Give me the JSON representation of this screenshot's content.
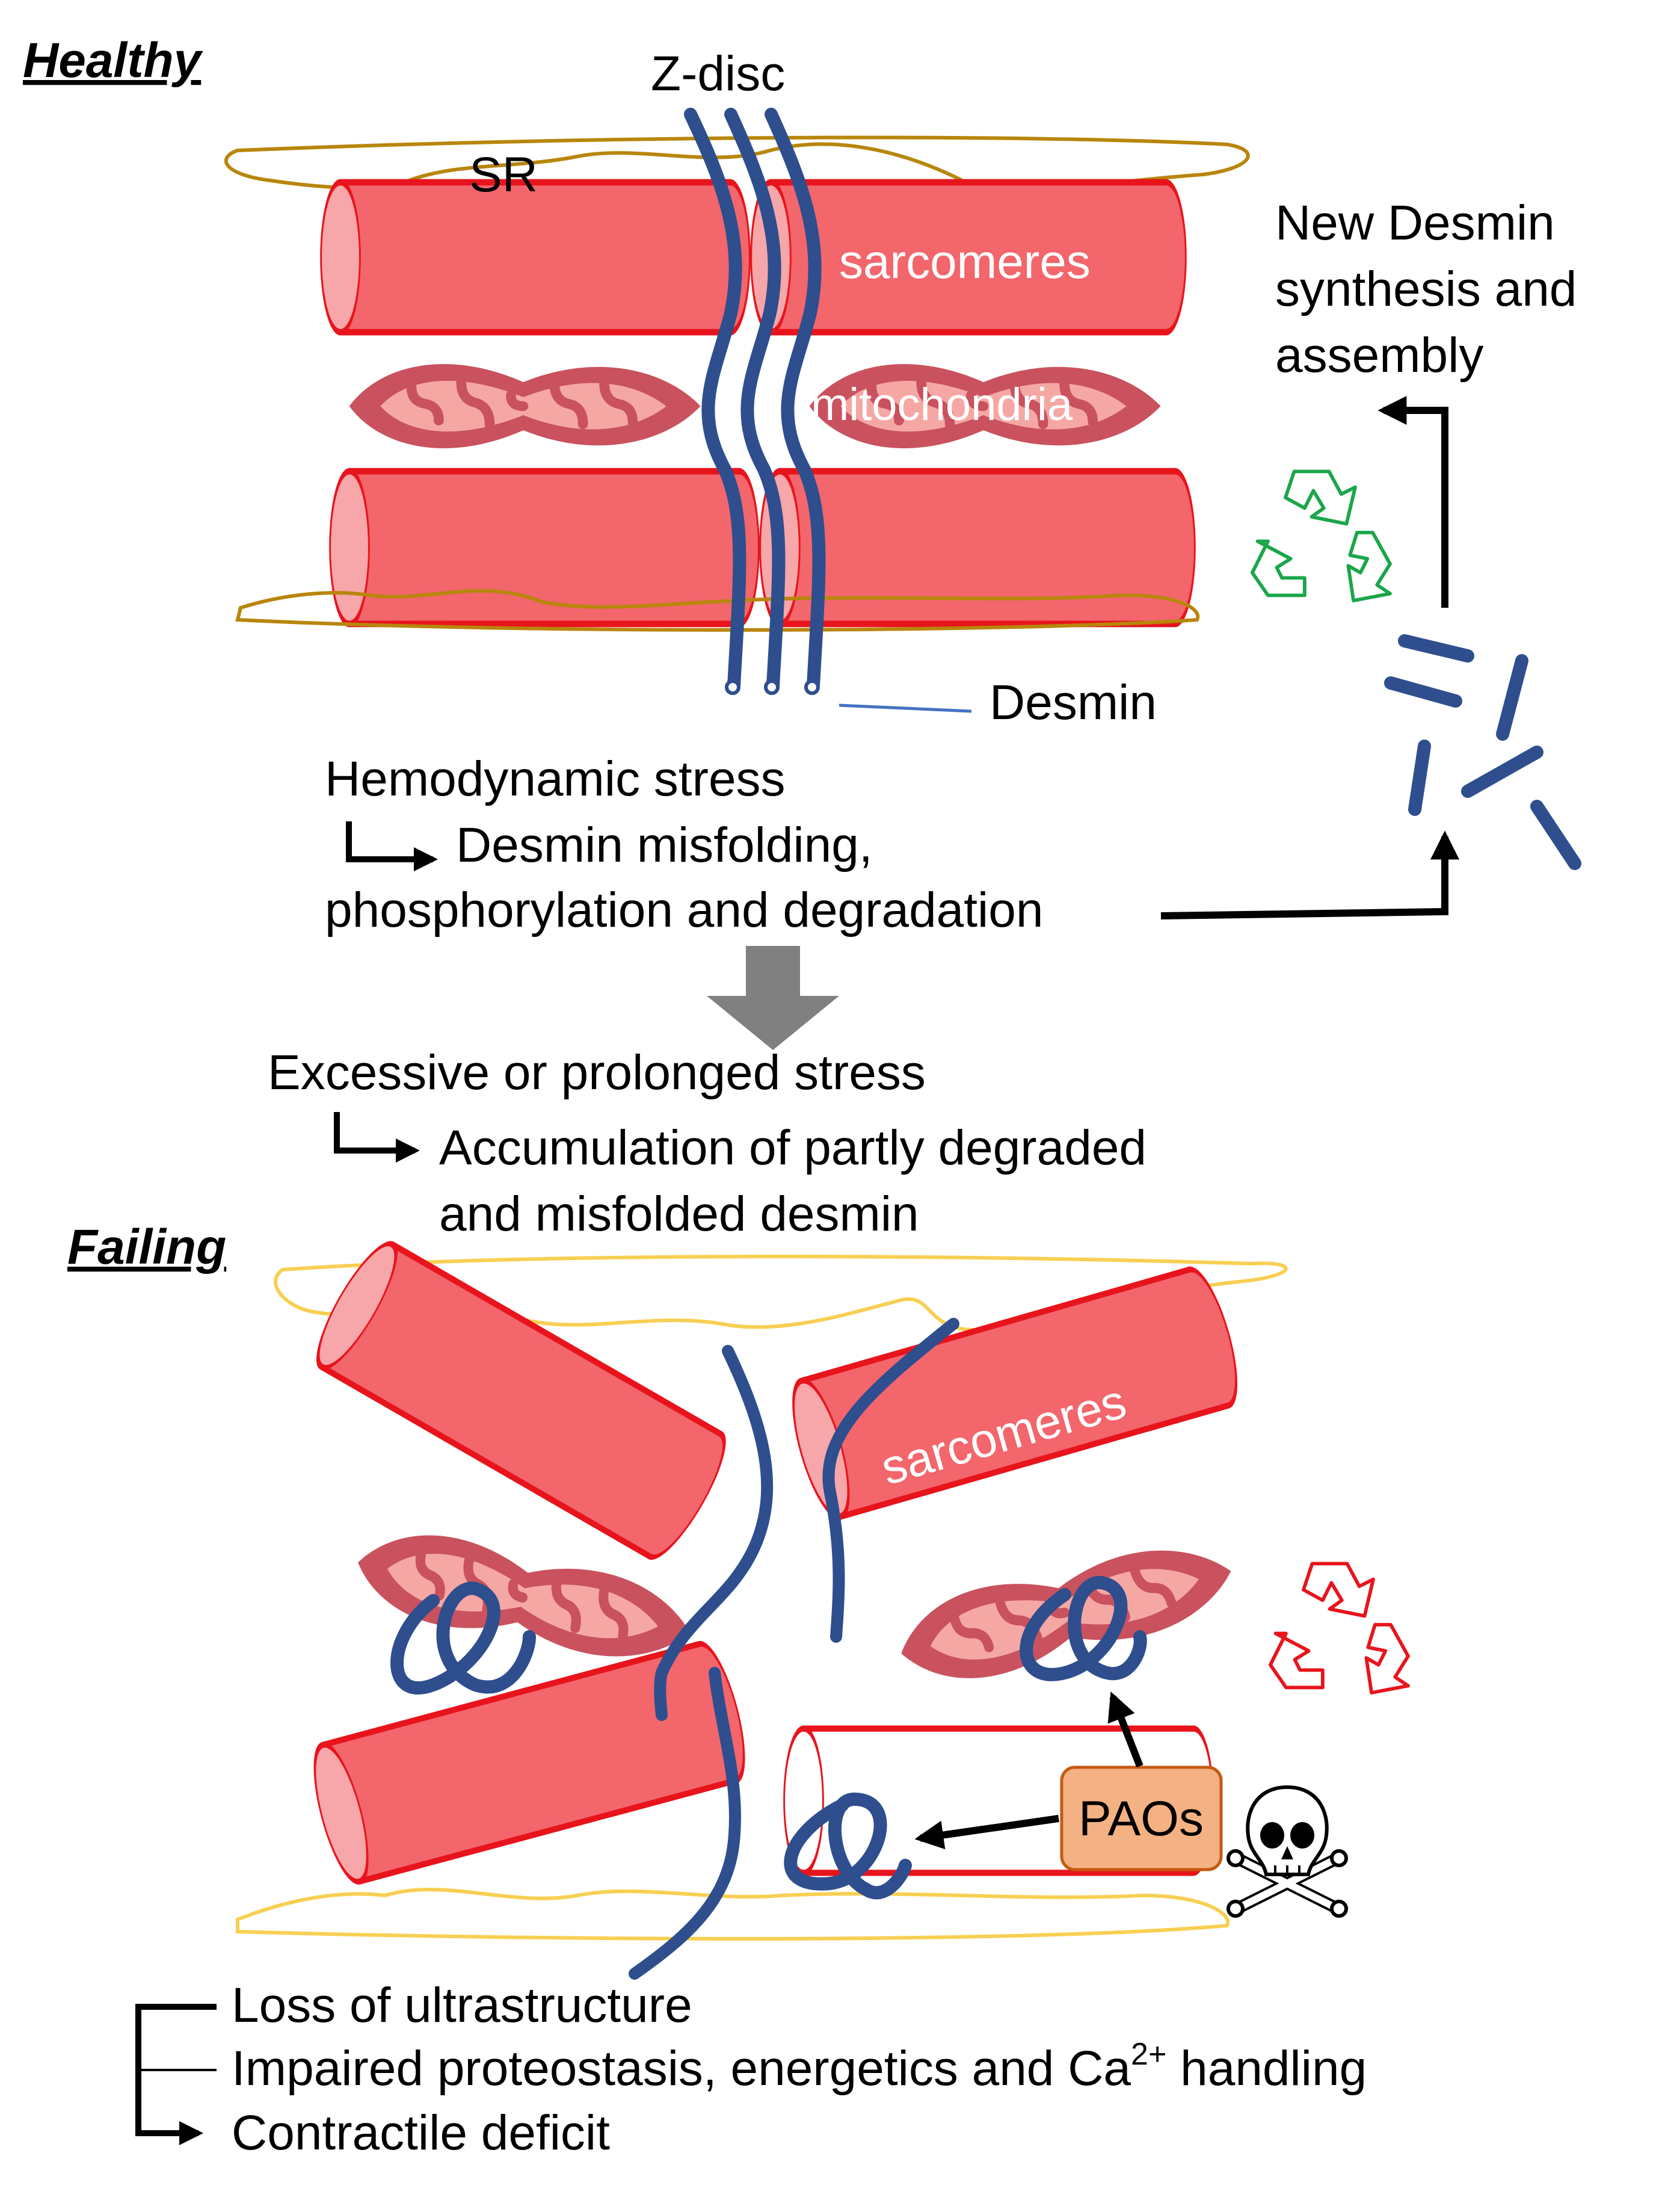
{
  "healthy": {
    "section_title": "Healthy",
    "zdisc_label": "Z-disc",
    "sr_label": "SR",
    "sarcomeres_label": "sarcomeres",
    "mitochondria_label": "mitochondria",
    "desmin_label": "Desmin",
    "synthesis_label": [
      "New Desmin",
      "synthesis and",
      "assembly"
    ],
    "stress_line": "Hemodynamic stress",
    "result_lines": [
      "Desmin misfolding,",
      "phosphorylation and degradation"
    ]
  },
  "transition": {
    "stress_line": "Excessive or prolonged stress",
    "result_lines": [
      "Accumulation of partly degraded",
      "and misfolded desmin"
    ]
  },
  "failing": {
    "section_title": "Failing",
    "sarcomeres_label": "sarcomeres",
    "paos_label": "PAOs",
    "skull_icon": "skull-crossbones-icon",
    "outcomes": {
      "line1": "Loss of ultrastructure",
      "line2_main": "Impaired proteostasis, energetics and Ca",
      "line2_sup": "2+",
      "line2_end": " handling",
      "line3": "Contractile deficit"
    }
  },
  "colors": {
    "sarcomere_fill": "#f2666c",
    "sarcomere_end": "#f7a6a9",
    "sarcomere_stroke": "#e8141c",
    "mito_outer": "#c9525e",
    "mito_inner": "#f5a7a4",
    "desmin": "#2e4e8e",
    "sr_healthy": "#b8860b",
    "sr_failing": "#f7cf52",
    "recycle_healthy": "#1aa64a",
    "recycle_failing": "#e8141c",
    "paos_fill": "#f4b183",
    "paos_stroke": "#c55a11",
    "transition_arrow": "#808080"
  }
}
